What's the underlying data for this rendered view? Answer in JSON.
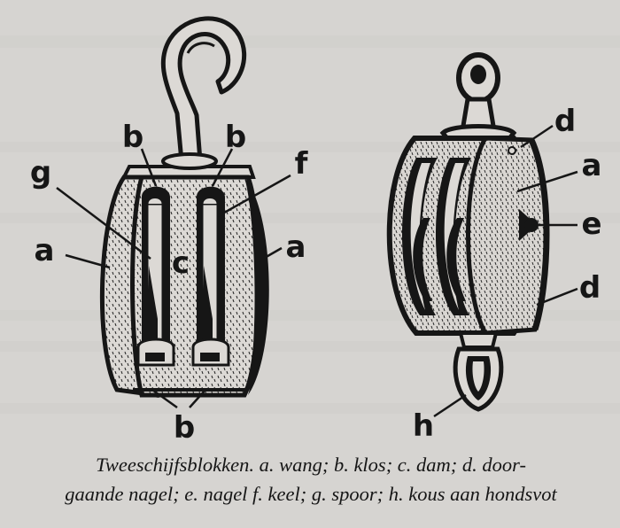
{
  "labels": {
    "a": "a",
    "b": "b",
    "c": "c",
    "d": "d",
    "e": "e",
    "f": "f",
    "g": "g",
    "h": "h"
  },
  "caption": {
    "line1": "Tweeschijfsblokken. a. wang; b. klos; c. dam; d. door-",
    "line2": "gaande nagel; e. nagel f. keel; g. spoor; h. kous aan hondsvot"
  },
  "colors": {
    "paper": "#d6d4d1",
    "ink": "#161616",
    "ghost_text": "#b9b7b4"
  }
}
